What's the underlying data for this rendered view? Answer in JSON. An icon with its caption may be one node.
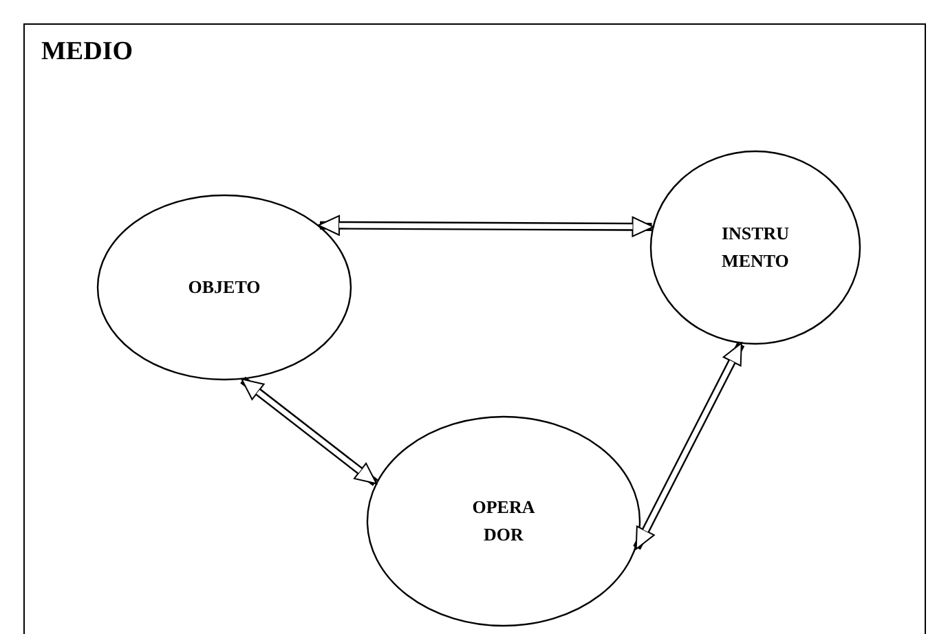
{
  "diagram": {
    "nodes": [
      {
        "text": [
          "MEDIO"
        ]
      },
      {
        "text": [
          "OBJETO"
        ],
        "in": 0
      },
      {
        "text": [
          "INSTRU MENTO"
        ],
        "in": 0
      },
      {
        "text": [
          "OPERA DOR"
        ],
        "in": 0
      }
    ],
    "edges": [
      {
        "from": 1,
        "to": 2,
        "arrow": "both"
      },
      {
        "from": 1,
        "to": 3,
        "arrow": "both"
      },
      {
        "from": 2,
        "to": 3,
        "arrow": "both"
      }
    ]
  }
}
